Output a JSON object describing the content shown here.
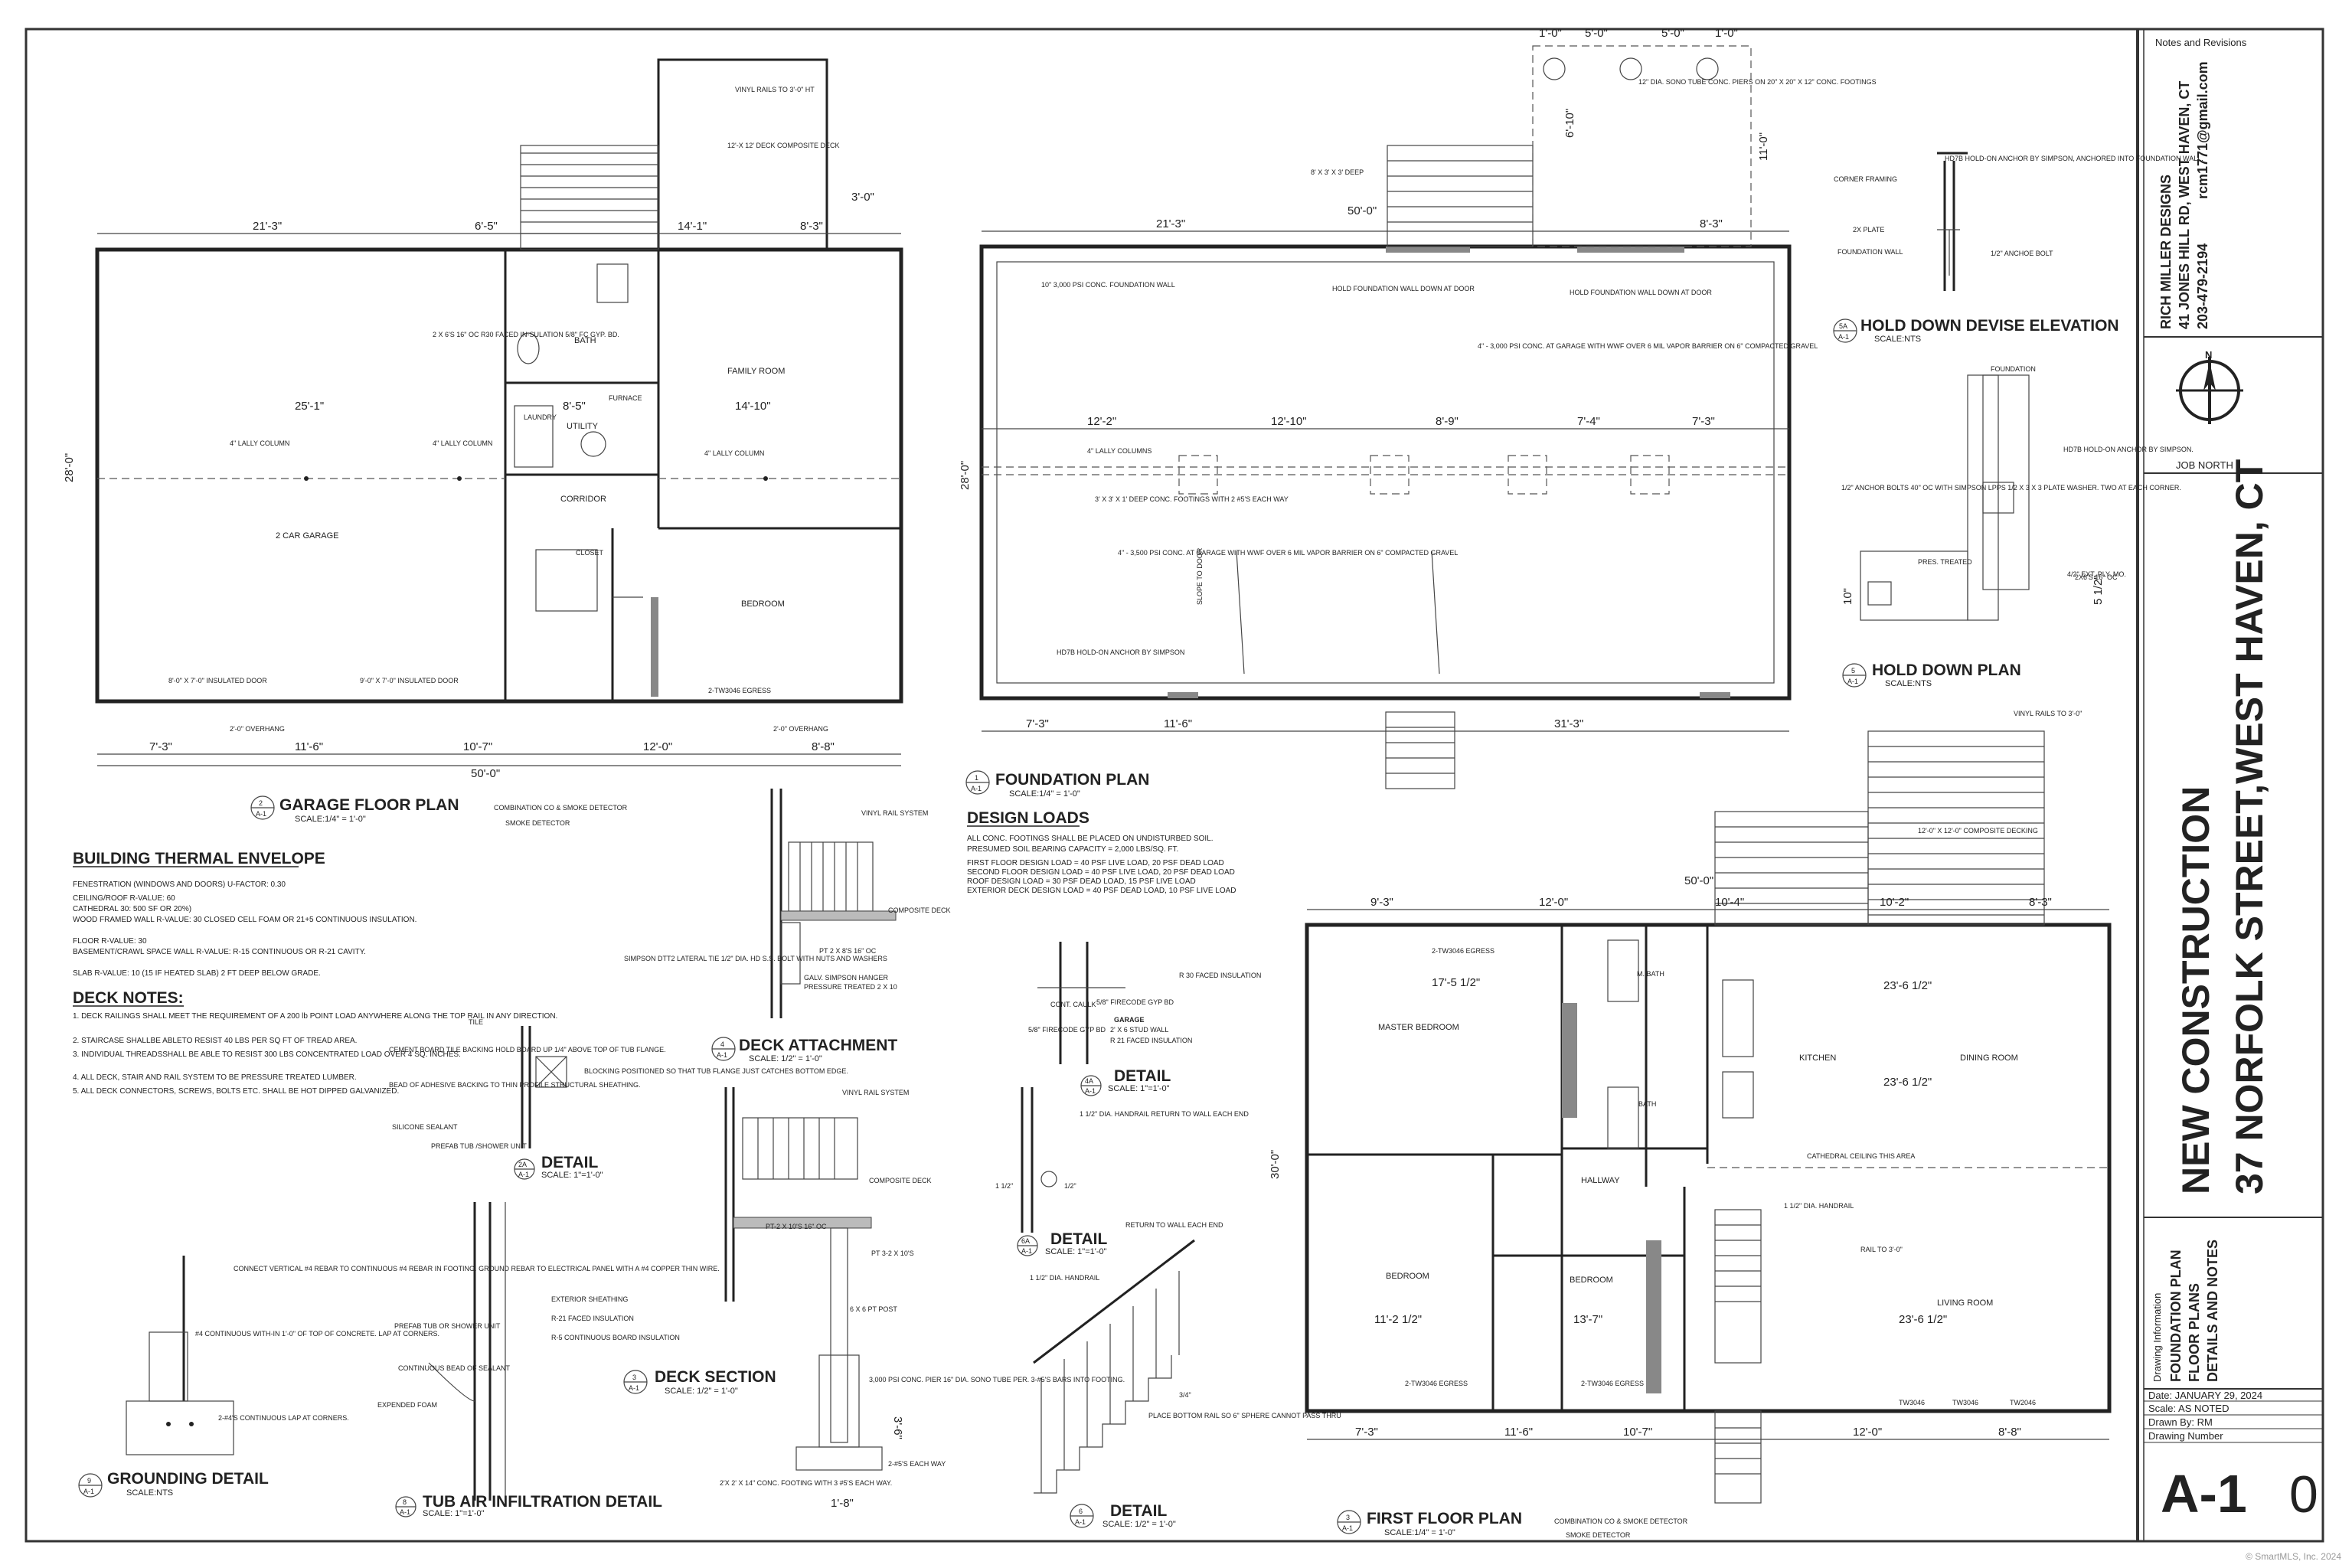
{
  "title_block": {
    "notes_header": "Notes and Revisions",
    "company_name": "RICH MILLER DESIGNS",
    "company_address": "41 JONES HILL RD, WEST HAVEN, CT",
    "company_phone": "203-479-2194",
    "company_email": "rcm1771@gmail.com",
    "north_letter": "N",
    "job_north": "JOB NORTH",
    "project_line1": "NEW CONSTRUCTION",
    "project_line2": "37 NORFOLK STREET,WEST HAVEN, CT",
    "drawing_info_label": "Drawing Information",
    "drawing_info_1": "FOUNDATION PLAN",
    "drawing_info_2": "FLOOR PLANS",
    "drawing_info_3": "DETAILS AND NOTES",
    "date": "Date: JANUARY 29, 2024",
    "scale": "Scale: AS NOTED",
    "drawn_by": "Drawn By: RM",
    "drawing_number_label": "Drawing Number",
    "sheet_number": "A-1"
  },
  "views": {
    "garage": {
      "num": "2",
      "sheet": "A-1",
      "title": "GARAGE FLOOR PLAN",
      "scale": "SCALE:1/4\" = 1'-0\"",
      "legend1": "COMBINATION CO & SMOKE DETECTOR",
      "legend2": "SMOKE DETECTOR",
      "room_garage": "2 CAR GARAGE",
      "room_family": "FAMILY ROOM",
      "room_bath": "BATH",
      "room_utility": "UTILITY",
      "room_corridor": "CORRIDOR",
      "room_bedroom": "BEDROOM",
      "room_closet": "CLOSET",
      "room_laundry": "LAUNDRY",
      "room_furnace": "FURNACE",
      "deck": "12'-X 12' DECK COMPOSITE DECK",
      "rails": "VINYL RAILS TO 3'-0\" HT",
      "dim_top1": "21'-3\"",
      "dim_top2": "6'-5\"",
      "dim_top3": "14'-1\"",
      "dim_top4": "8'-3\"",
      "dim_bot1": "7'-3\"",
      "dim_bot2": "11'-6\"",
      "dim_bot3": "10'-7\"",
      "dim_bot4": "12'-0\"",
      "dim_bot5": "8'-8\"",
      "dim_total": "50'-0\"",
      "dim_side": "28'-0\"",
      "dim_deck": "3'-0\"",
      "door1": "8'-0\" X 7'-0\" INSULATED DOOR",
      "door2": "9'-0\" X 7'-0\" INSULATED DOOR",
      "col1": "4\" LALLY COLUMN",
      "col2": "4\" LALLY COLUMN",
      "col3": "4\" LALLY COLUMN",
      "egress": "2-TW3046 EGRESS",
      "overhang1": "2'-0\" OVERHANG",
      "overhang2": "2'-0\" OVERHANG",
      "wall_note": "2 X 6'S 16\" OC R30 FACED IN-SULATION 5/8\" FC GYP. BD.",
      "dim_251": "25'-1\"",
      "dim_1410": "14'-10\"",
      "dim_55": "8'-5\""
    },
    "foundation": {
      "num": "1",
      "sheet": "A-1",
      "title": "FOUNDATION PLAN",
      "scale": "SCALE:1/4\" = 1'-0\"",
      "wall": "10\" 3,000 PSI CONC. FOUNDATION WALL",
      "hold1": "HOLD FOUNDATION WALL DOWN AT DOOR",
      "hold2": "HOLD FOUNDATION WALL DOWN AT DOOR",
      "slab1": "4\" - 3,500 PSI CONC. AT GARAGE WITH WWF OVER 6 MIL VAPOR BARRIER ON 6\" COMPACTED GRAVEL",
      "slab2": "4\" - 3,000 PSI CONC. AT GARAGE WITH WWF OVER 6 MIL VAPOR BARRIER ON 6\" COMPACTED GRAVEL",
      "lally": "4\" LALLY COLUMNS",
      "footing": "3' X 3' X 1' DEEP CONC. FOOTINGS WITH 2 #5'S EACH WAY",
      "dim_top1": "21'-3\"",
      "dim_top2": "50'-0\"",
      "dim_top3": "8'-3\"",
      "dim_mid1": "12'-2\"",
      "dim_mid2": "12'-10\"",
      "dim_mid3": "8'-9\"",
      "dim_mid4": "7'-4\"",
      "dim_mid5": "7'-3\"",
      "dim_bot1": "7'-3\"",
      "dim_bot2": "11'-6\"",
      "dim_bot3": "31'-3\"",
      "dim_side": "28'-0\"",
      "piers": "12\" DIA. SONO TUBE CONC. PIERS ON 20\" X 20\" X 12\" CONC. FOOTINGS",
      "p1": "1'-0\"",
      "p2": "5'-0\"",
      "p3": "5'-0\"",
      "p4": "1'-0\"",
      "p5": "11'-0\"",
      "p6": "6'-10\"",
      "stair_deep": "8' X 3' X 3' DEEP",
      "slope": "SLOPE TO DOOR",
      "hold_anchor": "HD7B HOLD-ON ANCHOR BY SIMPSON"
    },
    "first": {
      "num": "3",
      "sheet": "A-1",
      "title": "FIRST FLOOR PLAN",
      "scale": "SCALE:1/4\" = 1'-0\"",
      "legend1": "COMBINATION CO & SMOKE DETECTOR",
      "legend2": "SMOKE DETECTOR",
      "master": "MASTER BEDROOM",
      "kitchen": "KITCHEN",
      "dining": "DINING ROOM",
      "living": "LIVING ROOM",
      "bed1": "BEDROOM",
      "bed2": "BEDROOM",
      "hall": "HALLWAY",
      "bath": "BATH",
      "mbath": "M. BATH",
      "cathedral": "CATHEDRAL CEILING THIS AREA",
      "deck": "12'-0\" X 12'-0\" COMPOSITE DECKING",
      "rails": "VINYL RAILS TO 3'-0\"",
      "dim_top1": "9'-3\"",
      "dim_top2": "12'-0\"",
      "dim_top3": "10'-4\"",
      "dim_top4": "10'-2\"",
      "dim_top5": "8'-3\"",
      "dim_total": "50'-0\"",
      "dim_bot1": "7'-3\"",
      "dim_bot2": "11'-6\"",
      "dim_bot3": "10'-7\"",
      "dim_bot4": "12'-0\"",
      "dim_bot5": "8'-8\"",
      "dim_side": "30'-0\"",
      "egress1": "2-TW3046 EGRESS",
      "egress2": "2-TW3046 EGRESS",
      "egress3": "2-TW3046 EGRESS",
      "w1": "TW3046",
      "w2": "TW3046",
      "w3": "TW2046",
      "d1": "17'-5 1/2\"",
      "d2": "23'-6 1/2\"",
      "d3": "23'-6 1/2\"",
      "d4": "11'-2 1/2\"",
      "d5": "13'-7\"",
      "d6": "23'-6 1/2\"",
      "handrail": "1 1/2\" DIA. HANDRAIL",
      "rail_to": "RAIL TO 3'-0\""
    },
    "holddown_elev": {
      "num": "5A",
      "sheet": "A-1",
      "title": "HOLD DOWN DEVISE ELEVATION",
      "scale": "SCALE:NTS",
      "n1": "CORNER FRAMING",
      "n2": "2X PLATE",
      "n3": "FOUNDATION WALL",
      "n4": "HD7B HOLD-ON ANCHOR BY SIMPSON, ANCHORED INTO FOUNDATION WALL.",
      "n5": "1/2\" ANCHOE BOLT"
    },
    "holddown_plan": {
      "num": "5",
      "sheet": "A-1",
      "title": "HOLD DOWN PLAN",
      "scale": "SCALE:NTS",
      "n1": "1/2\" ANCHOR BOLTS 40\" OC WITH SIMPSON LPPS 1/2 X 3 X 3 PLATE WASHER. TWO AT EACH CORNER.",
      "n2": "PRES. TREATED",
      "n3": "HD7B HOLD-ON ANCHOR BY SIMPSON.",
      "n4": "FOUNDATION",
      "n5": "4/2\" EXT. PLY. MO.",
      "n6": "2X6'S 16\" OC",
      "d1": "10\"",
      "d2": "5 1/2\""
    },
    "deck_attach": {
      "num": "4",
      "sheet": "A-1",
      "title": "DECK ATTACHMENT",
      "scale": "SCALE: 1/2\" = 1'-0\"",
      "n1": "VINYL RAIL SYSTEM",
      "n2": "COMPOSITE DECK",
      "n3": "PT 2 X 8'S 16\" OC",
      "n4": "GALV. SIMPSON HANGER",
      "n5": "PRESSURE TREATED 2 X 10",
      "n6": "SIMPSON DTT2 LATERAL TIE 1/2\" DIA. HD S.S. BOLT WITH NUTS AND WASHERS"
    },
    "deck_section": {
      "num": "3",
      "sheet": "A-1",
      "title": "DECK SECTION",
      "scale": "SCALE: 1/2\" = 1'-0\"",
      "n1": "VINYL RAIL SYSTEM",
      "n2": "COMPOSITE DECK",
      "n3": "PT-2 X 10'S 16\" OC",
      "n4": "PT 3-2 X 10'S",
      "n5": "6 X 6 PT POST",
      "n6": "3,000 PSI CONC. PIER 16\" DIA. SONO TUBE PER. 3-#5'S BARS INTO FOOTING.",
      "n7": "2'X 2' X 14\" CONC. FOOTING WITH 3 #5'S EACH WAY.",
      "n8": "2-#5'S EACH WAY",
      "d1": "1'-8\"",
      "d2": "3'-6\""
    },
    "detail_a": {
      "num": "2A",
      "sheet": "A-1",
      "title": "DETAIL",
      "scale": "SCALE: 1\"=1'-0\"",
      "n1": "TILE",
      "n2": "CEMENT BOARD TILE BACKING HOLD BOARD UP 1/4\" ABOVE TOP OF TUB FLANGE.",
      "n3": "BEAD OF ADHESIVE BACKING TO THIN PROFILE STRUCTURAL SHEATHING.",
      "n4": "SILICONE SEALANT",
      "n5": "PREFAB TUB /SHOWER UNIT",
      "n6": "BLOCKING POSITIONED SO THAT TUB FLANGE JUST CATCHES BOTTOM EDGE."
    },
    "detail_b": {
      "num": "4A",
      "sheet": "A-1",
      "title": "DETAIL",
      "scale": "SCALE: 1\"=1'-0\"",
      "n1": "R 30 FACED INSULATION",
      "n2": "5/8\" FIRECODE GYP BD",
      "n3": "GARAGE",
      "n4": "2' X 6 STUD WALL",
      "n5": "R 21 FACED INSULATION",
      "n6": "CONT. CAULK",
      "n7": "5/8\" FIRECODE GYP BD"
    },
    "detail_c": {
      "num": "6A",
      "sheet": "A-1",
      "title": "DETAIL",
      "scale": "SCALE: 1\"=1'-0\"",
      "n1": "1 1/2\" DIA. HANDRAIL RETURN TO WALL EACH END",
      "n2": "1 1/2\"",
      "n3": "1/2\"",
      "n4": "RETURN TO WALL EACH END"
    },
    "detail_d": {
      "num": "6",
      "sheet": "A-1",
      "title": "DETAIL",
      "scale": "SCALE: 1/2\" = 1'-0\"",
      "n1": "1 1/2\" DIA. HANDRAIL",
      "n2": "PLACE BOTTOM RAIL SO 6\" SPHERE CANNOT PASS THRU",
      "n3": "3/4\""
    },
    "grounding": {
      "num": "9",
      "sheet": "A-1",
      "title": "GROUNDING DETAIL",
      "scale": "SCALE:NTS",
      "n1": "CONNECT VERTICAL #4 REBAR TO CONTINUOUS #4 REBAR IN FOOTING. GROUND REBAR TO ELECTRICAL PANEL WITH A #4 COPPER THIN WIRE.",
      "n2": "#4 CONTINUOUS WITH-IN 1'-0\" OF TOP OF CONCRETE. LAP AT CORNERS.",
      "n3": "2-#4'S CONTINUOUS LAP AT CORNERS."
    },
    "tub": {
      "num": "8",
      "sheet": "A-1",
      "title": "TUB AIR INFILTRATION DETAIL",
      "scale": "SCALE: 1\"=1'-0\"",
      "n1": "EXTERIOR SHEATHING",
      "n2": "R-21 FACED INSULATION",
      "n3": "R-5 CONTINUOUS BOARD INSULATION",
      "n4": "PREFAB TUB OR SHOWER UNIT",
      "n5": "CONTINUOUS BEAD OF SEALANT",
      "n6": "EXPENDED FOAM"
    }
  },
  "notes": {
    "thermal_title": "BUILDING THERMAL ENVELOPE",
    "thermal": [
      "FENESTRATION (WINDOWS AND DOORS) U-FACTOR: 0.30",
      "CEILING/ROOF R-VALUE: 60",
      "CATHEDRAL 30: 500 SF OR 20%)",
      "WOOD FRAMED WALL R-VALUE: 30 CLOSED CELL FOAM OR 21+5 CONTINUOUS INSULATION.",
      "FLOOR R-VALUE: 30",
      "BASEMENT/CRAWL SPACE WALL R-VALUE: R-15 CONTINUOUS OR R-21 CAVITY.",
      "SLAB R-VALUE: 10 (15 IF HEATED SLAB) 2 FT DEEP BELOW GRADE."
    ],
    "deck_title": "DECK NOTES:",
    "deck": [
      "1. DECK RAILINGS SHALL MEET THE REQUIREMENT OF A 200 lb POINT LOAD ANYWHERE ALONG THE TOP RAIL IN ANY DIRECTION.",
      "2. STAIRCASE SHALLBE ABLETO RESIST 40 LBS PER SQ FT OF TREAD AREA.",
      "3. INDIVIDUAL THREADSSHALL BE ABLE TO RESIST 300 LBS CONCENTRATED LOAD OVER 4 SQ. INCHES.",
      "4. ALL DECK, STAIR AND RAIL SYSTEM TO BE PRESSURE TREATED LUMBER.",
      "5. ALL DECK CONNECTORS, SCREWS, BOLTS ETC. SHALL BE HOT DIPPED GALVANIZED."
    ],
    "design_title": "DESIGN LOADS",
    "design": [
      "ALL CONC. FOOTINGS SHALL BE PLACED ON UNDISTURBED SOIL.",
      "PRESUMED SOIL BEARING CAPACITY = 2,000 LBS/SQ. FT.",
      "FIRST FLOOR DESIGN LOAD       = 40 PSF LIVE LOAD, 20 PSF DEAD LOAD",
      "SECOND FLOOR DESIGN LOAD      = 40 PSF LIVE LOAD, 20 PSF DEAD LOAD",
      "ROOF DESIGN LOAD              = 30 PSF DEAD LOAD, 15 PSF LIVE LOAD",
      "EXTERIOR DECK DESIGN LOAD     = 40 PSF DEAD LOAD, 10 PSF LIVE LOAD"
    ]
  },
  "corner_mark": "0",
  "copyright": "© SmartMLS, Inc. 2024"
}
